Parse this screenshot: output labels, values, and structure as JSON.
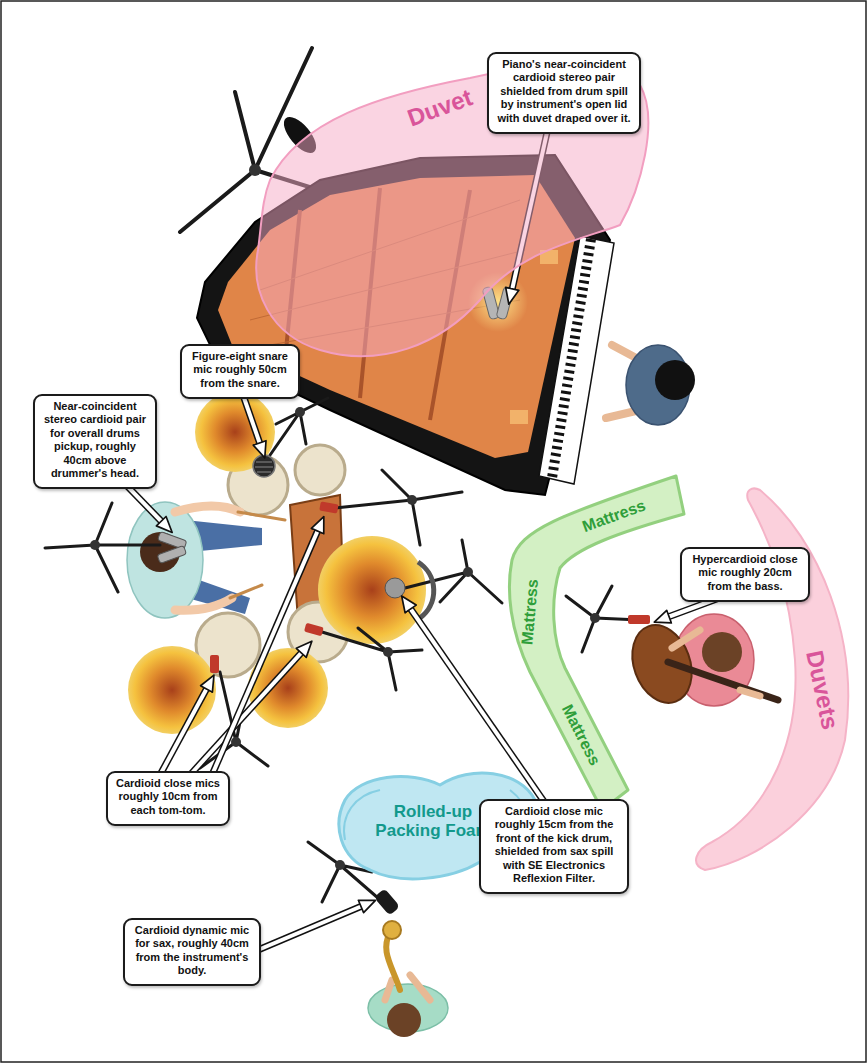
{
  "diagram": {
    "nodes": [
      {
        "text": [
          "Piano's near-coincident cardioid stereo pair shielded from drum spill by instrument's open lid with duvet draped over it."
        ]
      },
      {
        "text": [
          "Duvet"
        ]
      },
      {
        "text": [
          "Figure-eight snare mic roughly 50cm from the snare."
        ]
      },
      {
        "text": [
          "Near-coincident stereo cardioid pair for overall drums pickup, roughly 40cm above drummer's head."
        ]
      },
      {
        "text": [
          "Mattress",
          "Mattress",
          "Mattress"
        ]
      },
      {
        "text": [
          "Hypercardioid close mic roughly 20cm from the bass."
        ]
      },
      {
        "text": [
          "Duvets"
        ]
      },
      {
        "text": [
          "Rolled-up Packing Foam"
        ]
      },
      {
        "text": [
          "Cardioid close mics roughly 10cm from each tom-tom."
        ]
      },
      {
        "text": [
          "Cardioid close mic roughly 15cm from the front of the kick drum, shielded from sax spill with SE Electronics Reflexion Filter."
        ]
      },
      {
        "text": [
          "Cardioid dynamic mic for sax, roughly 40cm from the instrument's body."
        ]
      }
    ]
  }
}
